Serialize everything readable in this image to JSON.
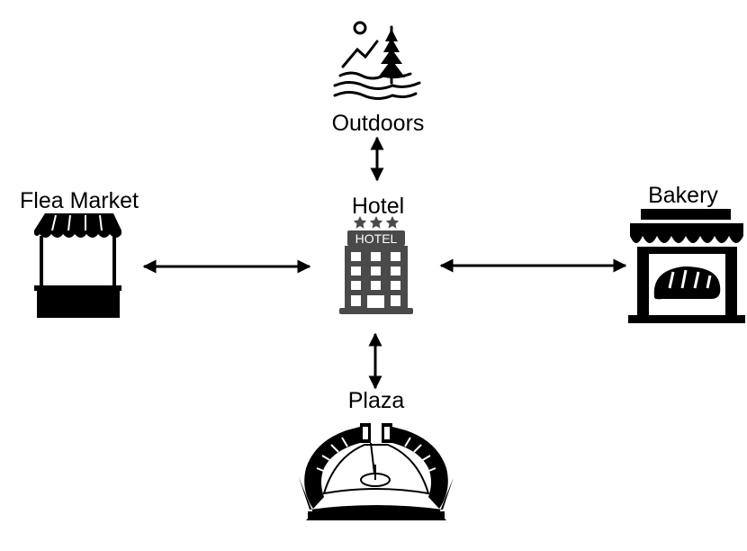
{
  "nodes": {
    "outdoors": {
      "label": "Outdoors",
      "icon": "mountain-forest-lake-icon"
    },
    "flea_market": {
      "label": "Flea Market",
      "icon": "market-stall-icon"
    },
    "hotel": {
      "label": "Hotel",
      "icon": "hotel-building-icon",
      "sign_text": "HOTEL"
    },
    "bakery": {
      "label": "Bakery",
      "icon": "bakery-storefront-icon"
    },
    "plaza": {
      "label": "Plaza",
      "icon": "plaza-fountain-icon"
    }
  },
  "edges": [
    {
      "from": "Hotel",
      "to": "Outdoors",
      "direction": "bidirectional"
    },
    {
      "from": "Hotel",
      "to": "Flea Market",
      "direction": "bidirectional"
    },
    {
      "from": "Hotel",
      "to": "Bakery",
      "direction": "bidirectional"
    },
    {
      "from": "Hotel",
      "to": "Plaza",
      "direction": "bidirectional"
    }
  ],
  "colors": {
    "icon": "#000000",
    "hotel_icon": "#4a4a4a",
    "arrow": "#000000"
  }
}
